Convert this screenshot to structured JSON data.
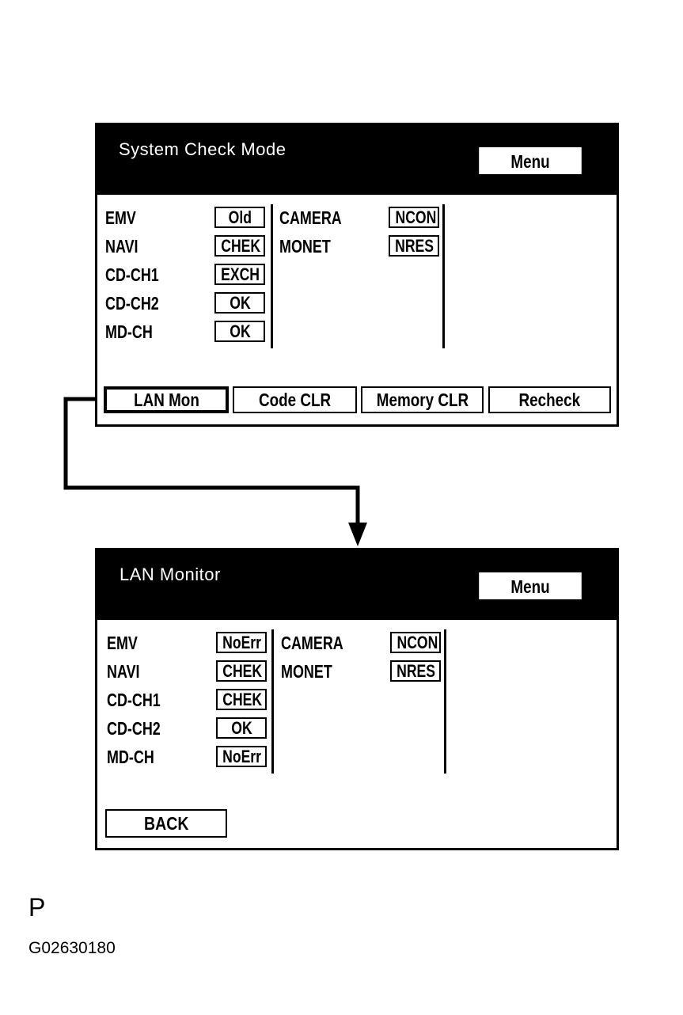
{
  "screen1": {
    "title": "System Check Mode",
    "menu_label": "Menu",
    "left_items": [
      {
        "label": "EMV",
        "status": "Old"
      },
      {
        "label": "NAVI",
        "status": "CHEK"
      },
      {
        "label": "CD-CH1",
        "status": "EXCH"
      },
      {
        "label": "CD-CH2",
        "status": "OK"
      },
      {
        "label": "MD-CH",
        "status": "OK"
      }
    ],
    "right_items": [
      {
        "label": "CAMERA",
        "status": "NCON"
      },
      {
        "label": "MONET",
        "status": "NRES"
      }
    ],
    "buttons": {
      "lan_mon": "LAN Mon",
      "code_clr": "Code CLR",
      "memory_clr": "Memory CLR",
      "recheck": "Recheck"
    }
  },
  "screen2": {
    "title": "LAN Monitor",
    "menu_label": "Menu",
    "left_items": [
      {
        "label": "EMV",
        "status": "NoErr"
      },
      {
        "label": "NAVI",
        "status": "CHEK"
      },
      {
        "label": "CD-CH1",
        "status": "CHEK"
      },
      {
        "label": "CD-CH2",
        "status": "OK"
      },
      {
        "label": "MD-CH",
        "status": "NoErr"
      }
    ],
    "right_items": [
      {
        "label": "CAMERA",
        "status": "NCON"
      },
      {
        "label": "MONET",
        "status": "NRES"
      }
    ],
    "back_label": "BACK"
  },
  "corner_mark": "P",
  "figure_id": "G02630180"
}
